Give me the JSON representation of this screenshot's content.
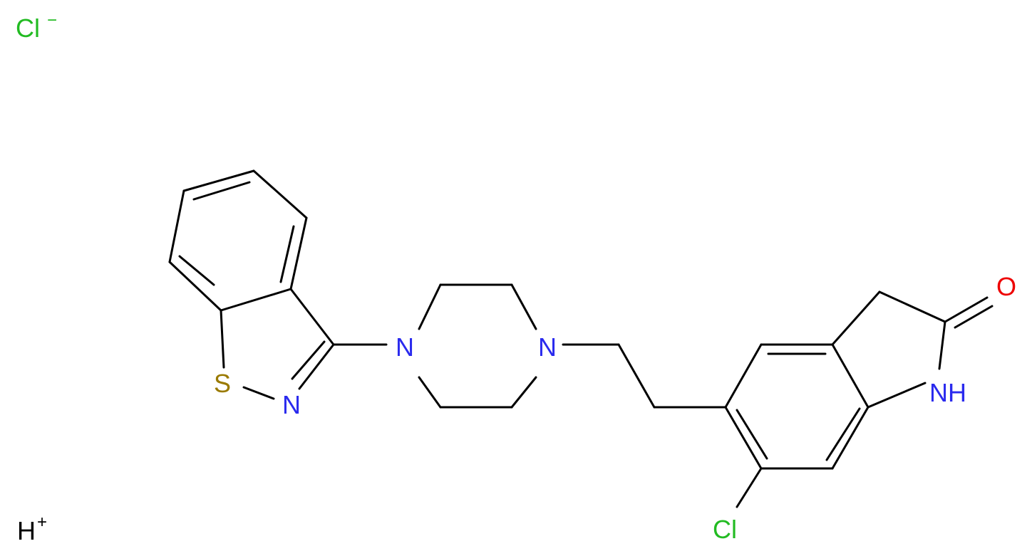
{
  "colors": {
    "bond": "#000000",
    "nitrogen": "#2a2aee",
    "sulfur": "#9a7a00",
    "oxygen": "#ee0000",
    "chlorine": "#22bb22",
    "hydrogen": "#000000"
  },
  "ions": {
    "chloride": {
      "symbol": "Cl",
      "charge": "−"
    },
    "proton": {
      "symbol": "H",
      "charge": "+"
    }
  },
  "atoms": {
    "s1": "S",
    "n_isothiazole": "N",
    "n_pip_left": "N",
    "n_pip_right": "N",
    "o_carbonyl": "O",
    "nh_lactam": "NH",
    "cl_aryl": "Cl"
  }
}
